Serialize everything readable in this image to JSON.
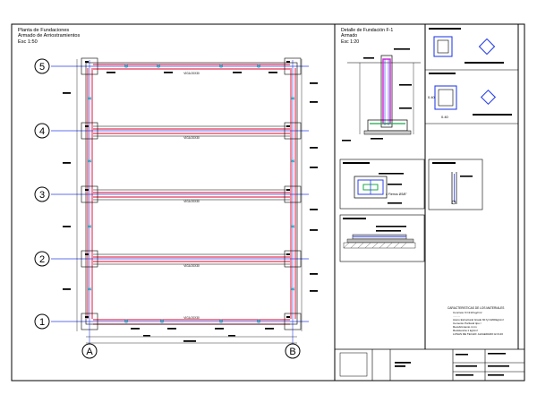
{
  "plan": {
    "title_lines": [
      "Planta de Fundaciones",
      "Armado de Arriostramientos",
      "Esc 1:50"
    ],
    "axes_rows": [
      "5",
      "4",
      "3",
      "2",
      "1"
    ],
    "axes_cols": [
      "A",
      "B"
    ],
    "beam_label": "VIGA 20X30"
  },
  "detail": {
    "title_lines": [
      "Detalle de Fundación F-1",
      "Armado",
      "Esc 1:20"
    ]
  },
  "section_label": "4 Fierros Ø3/8\"",
  "column_dims": [
    "0.40",
    "0.40"
  ],
  "specs": {
    "lines": [
      "CARACTERISTICAS DE LOS MATERIALES",
      "Concreto f'c=210 kg/cm²",
      "..........",
      "Acero Estructural Grado 60 fy=4200kg/cm²",
      "Cemento Portland tipo I",
      "Recubrimiento 4 cm",
      "Resistencia 1 kg/cm²",
      "LOSAS DE TECHO: ALIGERADO H=0.20"
    ]
  },
  "colors": {
    "lines": "#000000",
    "beam_rebar": "#e0002a",
    "stirrup_magenta": "#d21cd2",
    "rebar_blue": "#2b42e6",
    "marker_cyan": "#2aa6c8"
  }
}
